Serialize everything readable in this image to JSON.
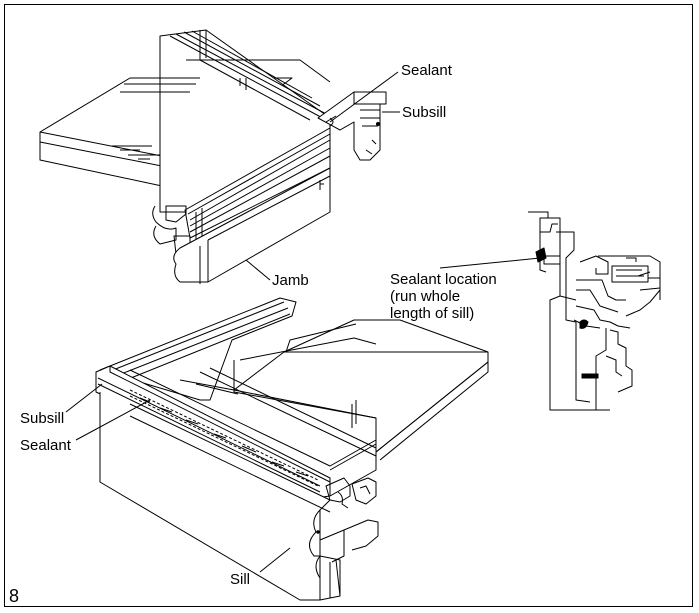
{
  "figure_number": "8",
  "labels": {
    "top_sealant": "Sealant",
    "top_subsill": "Subsill",
    "top_jamb": "Jamb",
    "section_sealant_location": "Sealant location\n(run whole\nlength of sill)",
    "bottom_subsill": "Subsill",
    "bottom_sealant": "Sealant",
    "bottom_sill": "Sill"
  },
  "line_color": "#000000",
  "background": "#ffffff"
}
